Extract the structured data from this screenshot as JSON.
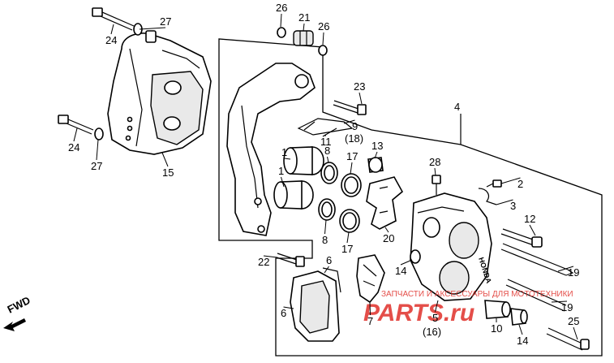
{
  "diagram": {
    "part_labels": [
      {
        "id": "27a",
        "text": "27"
      },
      {
        "id": "24a",
        "text": "24"
      },
      {
        "id": "26a",
        "text": "26"
      },
      {
        "id": "21",
        "text": "21"
      },
      {
        "id": "26b",
        "text": "26"
      },
      {
        "id": "23",
        "text": "23"
      },
      {
        "id": "4",
        "text": "4"
      },
      {
        "id": "9",
        "text": "9"
      },
      {
        "id": "18",
        "text": "(18)"
      },
      {
        "id": "11",
        "text": "11"
      },
      {
        "id": "24b",
        "text": "24"
      },
      {
        "id": "27b",
        "text": "27"
      },
      {
        "id": "15",
        "text": "15"
      },
      {
        "id": "1a",
        "text": "1"
      },
      {
        "id": "8a",
        "text": "8"
      },
      {
        "id": "17a",
        "text": "17"
      },
      {
        "id": "13",
        "text": "13"
      },
      {
        "id": "28",
        "text": "28"
      },
      {
        "id": "2",
        "text": "2"
      },
      {
        "id": "1b",
        "text": "1"
      },
      {
        "id": "3",
        "text": "3"
      },
      {
        "id": "12",
        "text": "12"
      },
      {
        "id": "8b",
        "text": "8"
      },
      {
        "id": "17b",
        "text": "17"
      },
      {
        "id": "20",
        "text": "20"
      },
      {
        "id": "22",
        "text": "22"
      },
      {
        "id": "6a",
        "text": "6"
      },
      {
        "id": "14a",
        "text": "14"
      },
      {
        "id": "19a",
        "text": "19"
      },
      {
        "id": "6b",
        "text": "6"
      },
      {
        "id": "7",
        "text": "7"
      },
      {
        "id": "5",
        "text": "5"
      },
      {
        "id": "16",
        "text": "(16)"
      },
      {
        "id": "19b",
        "text": "19"
      },
      {
        "id": "10",
        "text": "10"
      },
      {
        "id": "14b",
        "text": "14"
      },
      {
        "id": "25",
        "text": "25"
      }
    ],
    "fwd_label": "FWD"
  },
  "watermark": {
    "tagline": "ЗАПЧАСТИ И АКСЕССУАРЫ ДЛЯ МОТОТЕХНИКИ",
    "brand": "PARTS.ru",
    "color": "#e0302a"
  }
}
